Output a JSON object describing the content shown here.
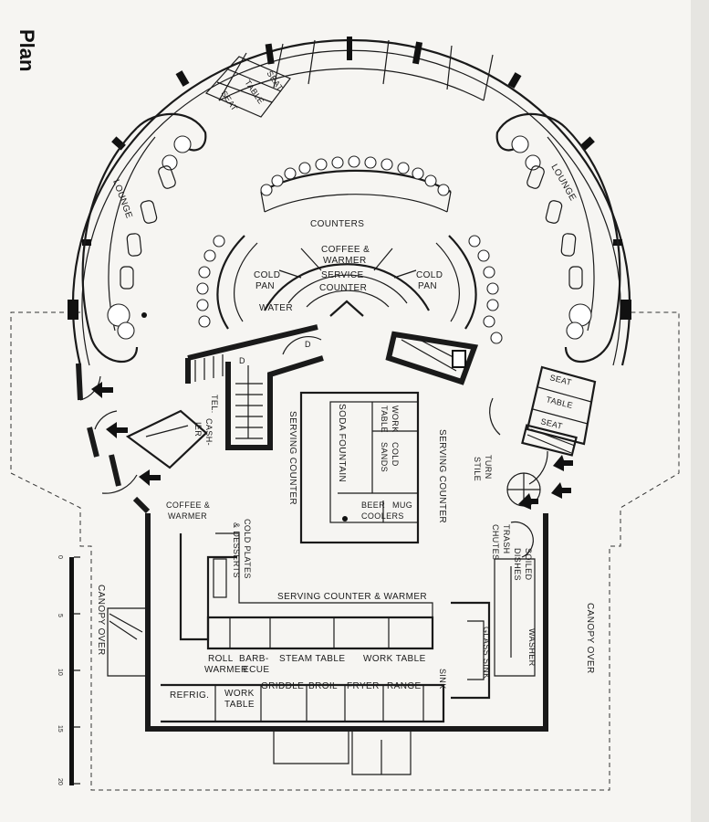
{
  "title": "Plan",
  "colors": {
    "ink": "#1a1a1a",
    "paper": "#f6f5f2"
  },
  "labels": {
    "lounge_left": "LOUNGE",
    "lounge_right": "LOUNGE",
    "seat": "SEAT",
    "table": "TABLE",
    "counters": "COUNTERS",
    "coffee_warmer_1": "COFFEE &",
    "coffee_warmer_2": "WARMER",
    "service_counter_1": "SERVICE",
    "service_counter_2": "COUNTER",
    "cold_pan_1": "COLD",
    "cold_pan_2": "PAN",
    "water": "WATER",
    "tel": "TEL.",
    "cashier_1": "CASH-",
    "cashier_2": "IER",
    "serving_counter": "SERVING COUNTER",
    "soda_fountain": "SODA FOUNTAIN",
    "work_table_1": "WORK",
    "work_table_2": "TABLE",
    "cold_sands_1": "COLD",
    "cold_sands_2": "SANDS",
    "beer": "BEER",
    "mug": "MUG",
    "coolers": "COOLERS",
    "turn_stile_1": "TURN",
    "turn_stile_2": "STILE",
    "trash_chutes_1": "TRASH",
    "trash_chutes_2": "CHUTES",
    "soiled_dishes_1": "SOILED",
    "soiled_dishes_2": "DISHES",
    "washer": "WASHER",
    "glass_sink": "GLASS SINK",
    "cold_plates_1": "COLD PLATES",
    "cold_plates_2": "& DESSERTS",
    "serving_counter_warmer": "SERVING COUNTER & WARMER",
    "roll_warmer_1": "ROLL",
    "roll_warmer_2": "WARMER",
    "barbecue_1": "BARB-",
    "barbecue_2": "ECUE",
    "steam_table": "STEAM TABLE",
    "work_table": "WORK TABLE",
    "sink": "SINK",
    "refrig": "REFRIG.",
    "griddle": "GRIDDLE",
    "broil": "BROIL",
    "fryer": "FRYER",
    "range": "RANGE",
    "canopy_over": "CANOPY OVER",
    "door_d": "D"
  },
  "scale": {
    "ticks": [
      "0",
      "5",
      "10",
      "15",
      "20"
    ]
  }
}
